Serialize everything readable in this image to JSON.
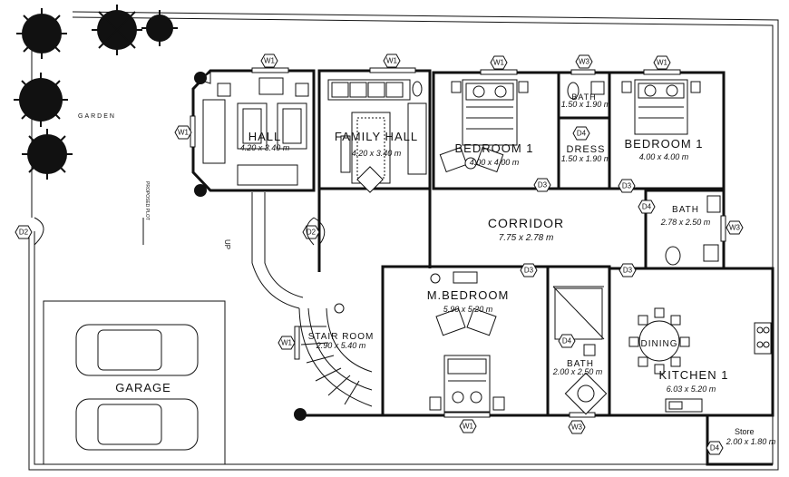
{
  "rooms": {
    "garden": "GARDEN",
    "hall": "HALL",
    "hall_dim": "4.20 x 3.40 m",
    "family_hall": "FAMILY HALL",
    "family_dim": "4.20 x 3.40 m",
    "bedroom1": "BEDROOM 1",
    "bedroom1_dim": "4.00 x 4.00 m",
    "bedroom2": "BEDROOM 1",
    "bedroom2_dim": "4.00 x 4.00 m",
    "bath_top": "BATH",
    "bath_top_dim": "1.50 x 1.90 m",
    "dress": "DRESS",
    "dress_dim": "1.50 x 1.90 m",
    "bath_right": "BATH",
    "bath_right_dim": "2.78 x 2.50 m",
    "corridor": "CORRIDOR",
    "corridor_dim": "7.75 x 2.78 m",
    "master": "M.BEDROOM",
    "master_dim": "5.90 x 5.20 m",
    "stair": "STAIR ROOM",
    "stair_dim": "2.90 x 5.40 m",
    "bath_mid": "BATH",
    "bath_mid_dim": "2.00 x 2.50 m",
    "dining": "DINING",
    "kitchen": "KITCHEN 1",
    "kitchen_dim": "6.03 x 5.20 m",
    "store": "Store",
    "store_dim": "2.00 x 1.80 m",
    "garage": "GARAGE",
    "up": "UP",
    "plot_note": "PROPOSED PLOT"
  },
  "tags": {
    "w1": "W1",
    "w3": "W3",
    "d2": "D2",
    "d3": "D3",
    "d4": "D4"
  },
  "colors": {
    "line": "#111111",
    "background": "#ffffff"
  }
}
